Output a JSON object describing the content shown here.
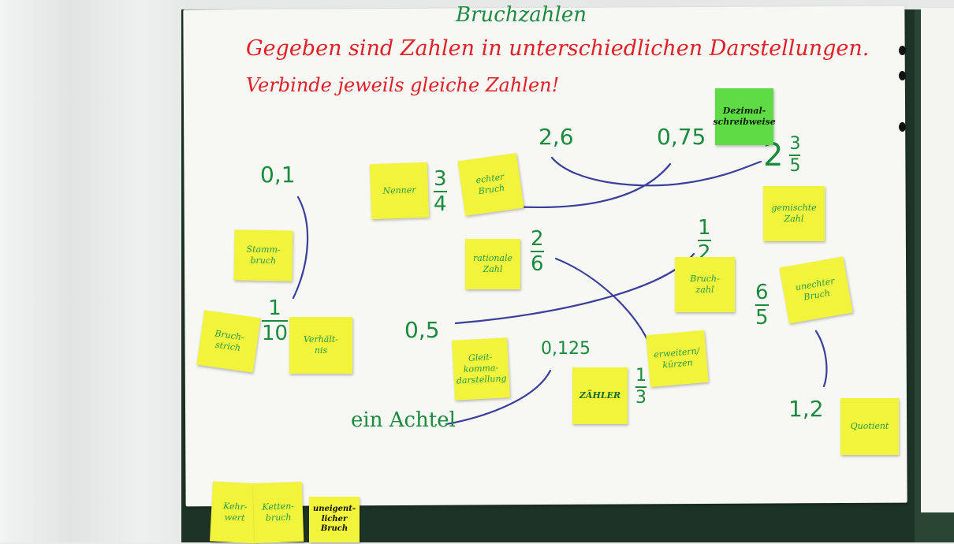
{
  "poster": {
    "title": "Bruchzahlen",
    "instruction_line1": "Gegeben sind Zahlen in unterschiedlichen Darstellungen.",
    "instruction_line2": "Verbinde jeweils gleiche Zahlen!"
  },
  "numbers": {
    "n_01": "0,1",
    "n_1_10_num": "1",
    "n_1_10_den": "10",
    "n_3_4_num": "3",
    "n_3_4_den": "4",
    "n_2_6": "2,6",
    "n_075": "0,75",
    "n_2_3_5_whole": "2",
    "n_2_3_5_num": "3",
    "n_2_3_5_den": "5",
    "n_2_6_frac_num": "2",
    "n_2_6_frac_den": "6",
    "n_1_2_num": "1",
    "n_1_2_den": "2",
    "n_05": "0,5",
    "n_0125": "0,125",
    "n_achtel": "ein Achtel",
    "n_1_3_num": "1",
    "n_1_3_den": "3",
    "n_6_5_num": "6",
    "n_6_5_den": "5",
    "n_12": "1,2"
  },
  "notes": {
    "nenner": "Nenner",
    "echter_bruch": "echter\nBruch",
    "dezimal": "Dezimal-\nschreibweise",
    "gemischte_zahl": "gemischte\nZahl",
    "stammbruch": "Stamm-\nbruch",
    "rationale_zahl": "rationale\nZahl",
    "bruchzahl": "Bruch-\nzahl",
    "unechter_bruch": "unechter\nBruch",
    "bruchstrich": "Bruch-\nstrich",
    "verhaeltnis": "Verhält-\nnis",
    "gleitkomma": "Gleit-\nkomma-\ndarstellung",
    "erweitern_kuerzen": "erweitern/\nkürzen",
    "zaehler": "ZÄHLER",
    "quotient": "Quotient",
    "kehrwert": "Kehr-\nwert",
    "kettenbruch": "Ketten-\nbruch",
    "uneigentlicher_bruch": "uneigent-\nlicher\nBruch"
  },
  "colors": {
    "note_yellow": "#f2f43c",
    "note_green": "#5fdc45",
    "number_green": "#1b8a3c",
    "heading_red": "#e01f26",
    "line_blue": "#3a3f9a"
  }
}
